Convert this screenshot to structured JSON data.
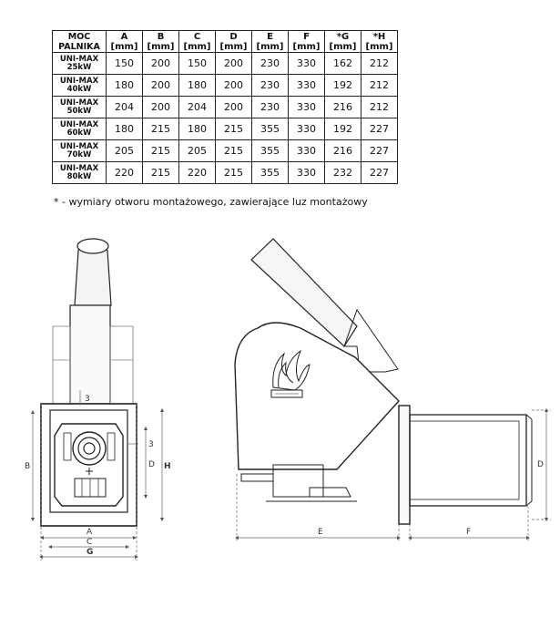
{
  "table": {
    "headers": [
      {
        "line1": "MOC",
        "line2": "PALNIKA"
      },
      {
        "line1": "A",
        "line2": "[mm]"
      },
      {
        "line1": "B",
        "line2": "[mm]"
      },
      {
        "line1": "C",
        "line2": "[mm]"
      },
      {
        "line1": "D",
        "line2": "[mm]"
      },
      {
        "line1": "E",
        "line2": "[mm]"
      },
      {
        "line1": "F",
        "line2": "[mm]"
      },
      {
        "line1": "*G",
        "line2": "[mm]"
      },
      {
        "line1": "*H",
        "line2": "[mm]"
      }
    ],
    "rows": [
      {
        "model1": "UNI-MAX",
        "model2": "25kW",
        "values": [
          "150",
          "200",
          "150",
          "200",
          "230",
          "330",
          "162",
          "212"
        ]
      },
      {
        "model1": "UNI-MAX",
        "model2": "40kW",
        "values": [
          "180",
          "200",
          "180",
          "200",
          "230",
          "330",
          "192",
          "212"
        ]
      },
      {
        "model1": "UNI-MAX",
        "model2": "50kW",
        "values": [
          "204",
          "200",
          "204",
          "200",
          "230",
          "330",
          "216",
          "212"
        ]
      },
      {
        "model1": "UNI-MAX",
        "model2": "60kW",
        "values": [
          "180",
          "215",
          "180",
          "215",
          "355",
          "330",
          "192",
          "227"
        ]
      },
      {
        "model1": "UNI-MAX",
        "model2": "70kW",
        "values": [
          "205",
          "215",
          "205",
          "215",
          "355",
          "330",
          "216",
          "227"
        ]
      },
      {
        "model1": "UNI-MAX",
        "model2": "80kW",
        "values": [
          "220",
          "215",
          "220",
          "215",
          "355",
          "330",
          "232",
          "227"
        ]
      }
    ]
  },
  "note": "* - wymiary otworu montażowego, zawierające luz montażowy",
  "front_view": {
    "label_3_top": "3",
    "label_3_side": "3",
    "label_a": "A",
    "label_b": "B",
    "label_c": "C",
    "label_d": "D",
    "label_g": "G",
    "label_h": "H"
  },
  "side_view": {
    "label_e": "E",
    "label_f": "F",
    "label_d": "D"
  }
}
